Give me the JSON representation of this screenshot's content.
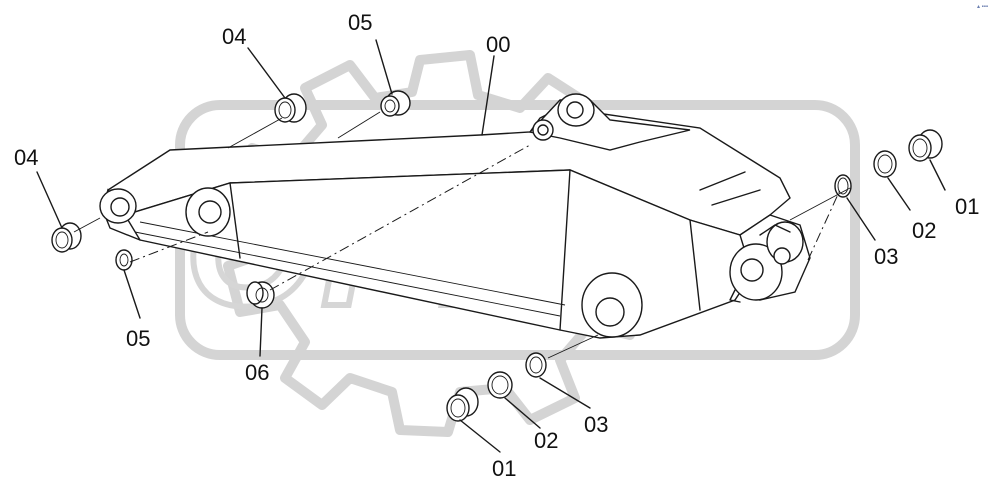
{
  "diagram": {
    "labels": [
      {
        "id": "lbl-00",
        "text": "00"
      },
      {
        "id": "lbl-04-top",
        "text": "04"
      },
      {
        "id": "lbl-05-top",
        "text": "05"
      },
      {
        "id": "lbl-04-left",
        "text": "04"
      },
      {
        "id": "lbl-05-left",
        "text": "05"
      },
      {
        "id": "lbl-06",
        "text": "06"
      },
      {
        "id": "lbl-01-right",
        "text": "01"
      },
      {
        "id": "lbl-02-right",
        "text": "02"
      },
      {
        "id": "lbl-03-right",
        "text": "03"
      },
      {
        "id": "lbl-01-bottom",
        "text": "01"
      },
      {
        "id": "lbl-02-bottom",
        "text": "02"
      },
      {
        "id": "lbl-03-bottom",
        "text": "03"
      }
    ],
    "watermark": {
      "text": "OPEX",
      "logo": "gear-logo"
    }
  },
  "corner_mark": "▴ ▪▪▪"
}
